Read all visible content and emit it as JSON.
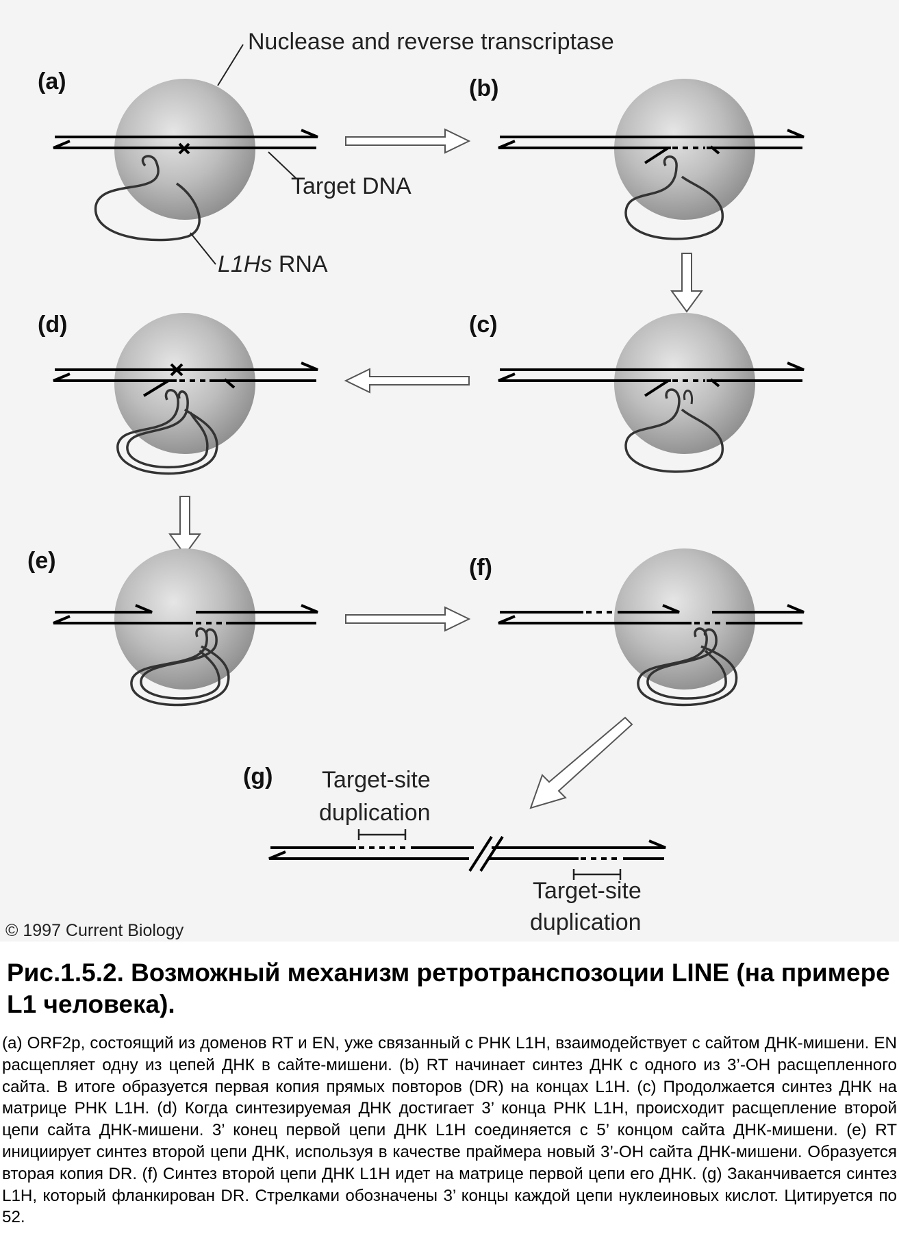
{
  "diagram": {
    "label_nuclease": "Nuclease and reverse transcriptase",
    "label_target_dna": "Target DNA",
    "label_rna_italic": "L1Hs",
    "label_rna_suffix": " RNA",
    "panels": {
      "a": "(a)",
      "b": "(b)",
      "c": "(c)",
      "d": "(d)",
      "e": "(e)",
      "f": "(f)",
      "g": "(g)"
    },
    "tsd_top_line1": "Target-site",
    "tsd_top_line2": "duplication",
    "tsd_bottom_line1": "Target-site",
    "tsd_bottom_line2": "duplication",
    "copyright": "© 1997 Current Biology"
  },
  "caption": {
    "title": "Рис.1.5.2. Возможный механизм ретротранспозоции LINE (на примере L1 человека).",
    "text": "(a) ORF2p, состоящий из доменов RT и EN, уже связанный с РНК L1H, взаимодействует с сайтом ДНК-мишени. EN расщепляет одну из цепей ДНК в сайте-мишени. (b) RT начинает синтез ДНК с одного из  3’-OH расщепленного сайта. В итоге образуется первая копия прямых повторов (DR) на концах L1H. (c) Продолжается синтез ДНК на матрице РНК L1H. (d) Когда синтезируемая ДНК достигает 3’ конца РНК L1H, происходит расщепление второй цепи сайта ДНК-мишени. 3’ конец первой цепи ДНК L1H соединяется с 5’ концом сайта ДНК-мишени. (e) RT инициирует синтез второй цепи ДНК, используя в качестве праймера новый 3’-OH сайта ДНК-мишени. Образуется вторая копия DR. (f) Синтез второй цепи ДНК L1H идет на матрице первой цепи его ДНК. (g) Заканчивается синтез L1H, который фланкирован DR. Стрелками обозначены 3’ концы каждой цепи нуклеиновых кислот. Цитируется по 52."
  }
}
